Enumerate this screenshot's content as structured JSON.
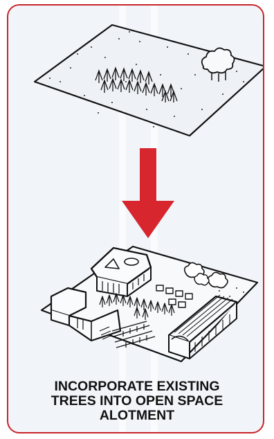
{
  "caption": {
    "line1": "INCORPORATE EXISTING",
    "line2": "TREES INTO OPEN SPACE",
    "line3": "ALOTMENT"
  },
  "colors": {
    "card_border": "#c8242a",
    "card_fill": "#f1f5fa",
    "arrow": "#d7262d",
    "ink": "#111111"
  },
  "icons": [
    "undeveloped-parcel-illustration",
    "down-arrow-icon",
    "developed-site-illustration"
  ]
}
